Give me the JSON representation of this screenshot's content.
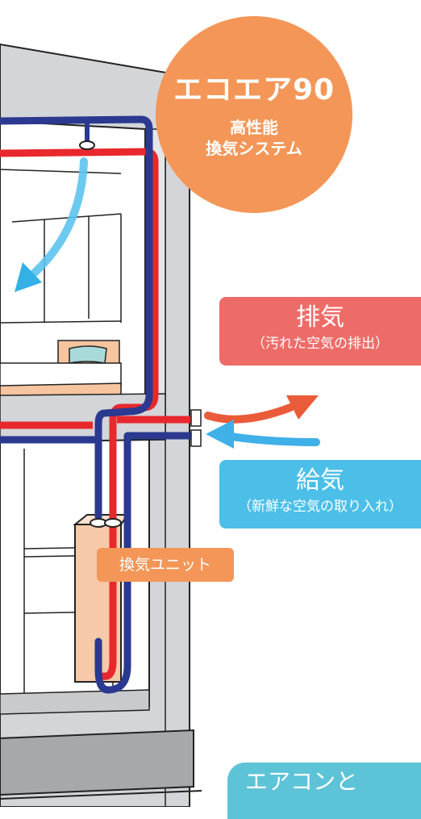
{
  "badge": {
    "brand": "エコエア90",
    "line1": "高性能",
    "line2": "換気システム"
  },
  "exhaust": {
    "title": "排気",
    "note": "（汚れた空気の排出）"
  },
  "supply": {
    "title": "給気",
    "note": "（新鮮な空気の取り入れ）"
  },
  "unit_label": "換気ユニット",
  "aircon_label": "エアコンと",
  "colors": {
    "exhaust_red": "#ee6c68",
    "supply_blue": "#4cbfe9",
    "accent_orange": "#f39657",
    "duct_red": "#e8282d",
    "duct_navy": "#2b3990",
    "aircon_teal": "#5dc3d7"
  }
}
